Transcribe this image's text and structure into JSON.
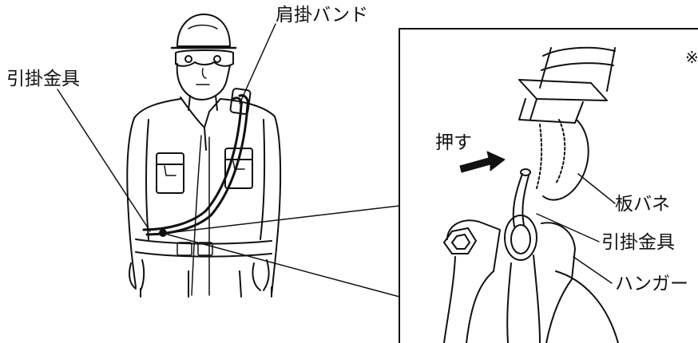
{
  "labels": {
    "shoulder_band": "肩掛バンド",
    "hook_fitting_left": "引掛金具",
    "push": "押す",
    "leaf_spring": "板バネ",
    "hook_fitting_right": "引掛金具",
    "hanger": "ハンガー",
    "note_mark": "※"
  },
  "colors": {
    "ink": "#111111",
    "background": "#ffffff"
  }
}
